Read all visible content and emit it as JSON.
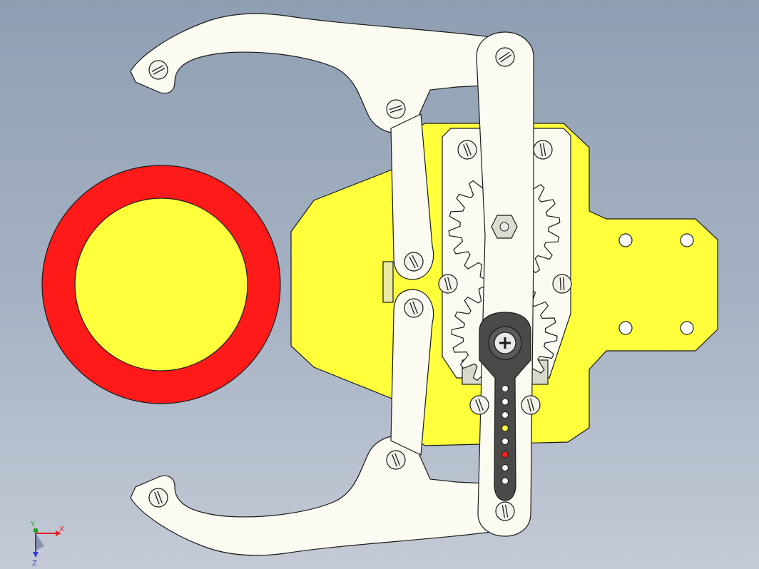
{
  "triad": {
    "x_label": "X",
    "y_label": "Y",
    "z_label": "Z",
    "x_color": "#e02020",
    "y_color": "#1fa31f",
    "z_color": "#2a3fcf"
  },
  "colors": {
    "background_top": "#8f9fb3",
    "background_bottom": "#c4cad6",
    "ring": "#ff1a1a",
    "base_plate": "#ffff3c",
    "jaw": "#fbfbf2",
    "servo_horn": "#4a4a48",
    "outline": "#1a1a1a"
  },
  "horn": {
    "holes": [
      "white",
      "white",
      "white",
      "yellow",
      "white",
      "red",
      "white",
      "white"
    ]
  },
  "parts": [
    "target-ring",
    "base-plate",
    "upper-jaw",
    "lower-jaw",
    "drive-gear",
    "driven-gear",
    "servo-horn",
    "linkage-arm"
  ]
}
